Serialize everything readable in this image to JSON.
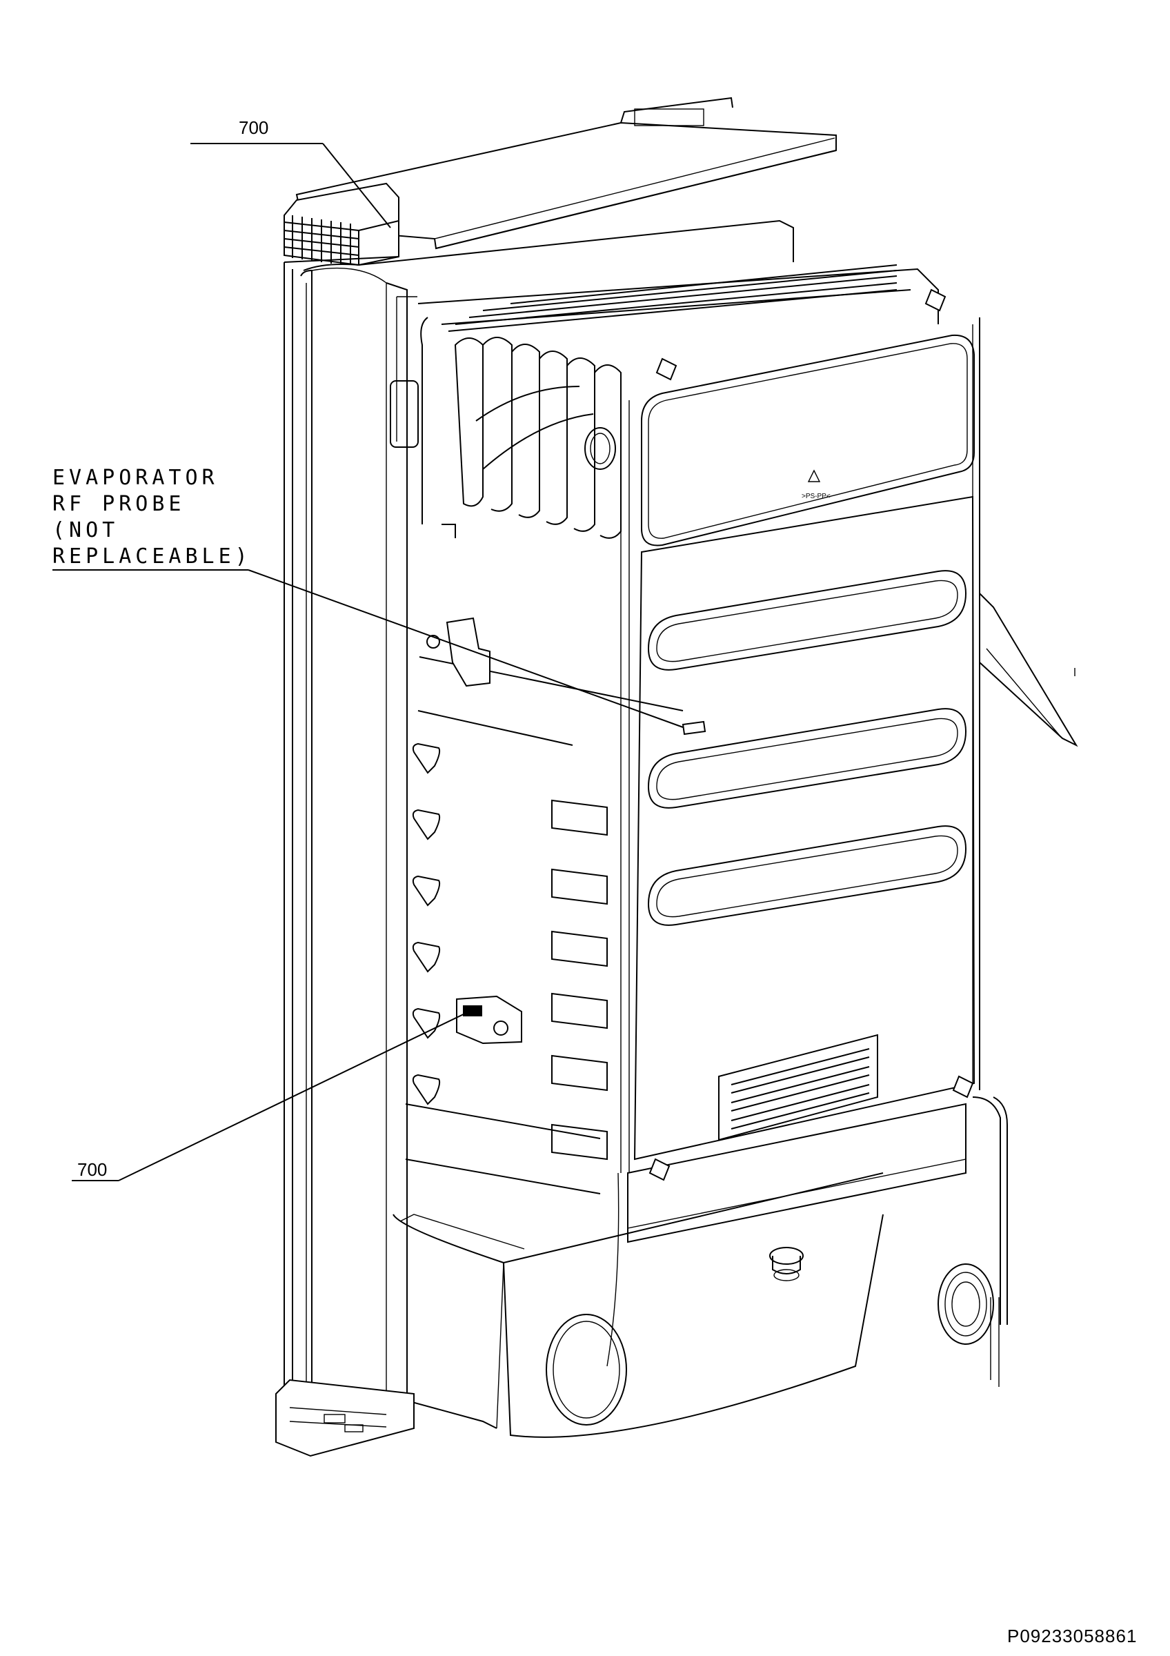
{
  "callouts": [
    {
      "id": "top",
      "text": "700"
    },
    {
      "id": "bottom",
      "text": "700"
    }
  ],
  "probe_label_lines": [
    "EVAPORATOR",
    "RF PROBE",
    "(NOT",
    "REPLACEABLE)"
  ],
  "document_number": "P09233058861"
}
